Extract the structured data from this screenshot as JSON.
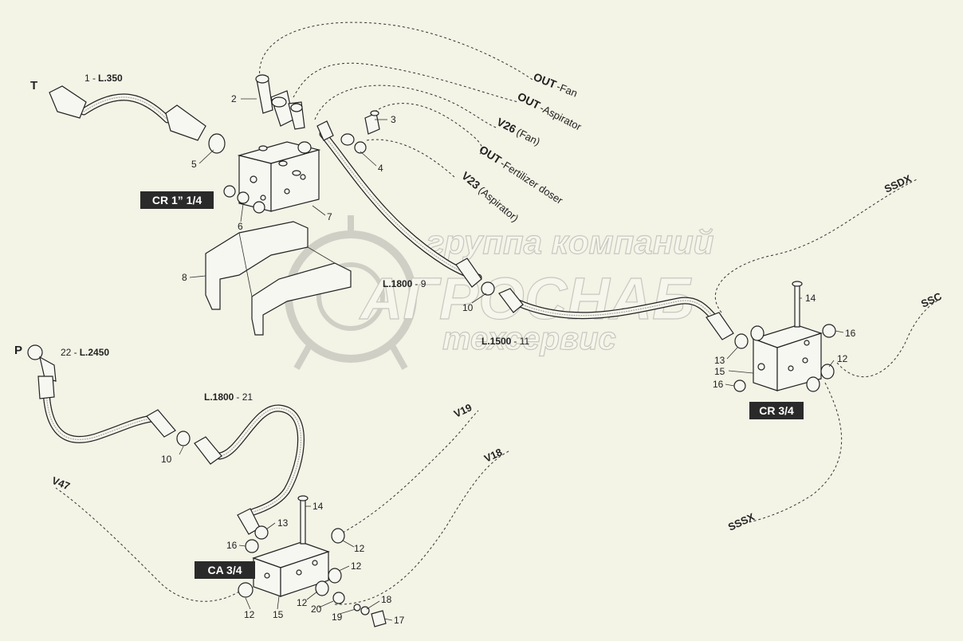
{
  "watermark": {
    "line1": "группа компаний",
    "line2": "АГРОСНАБ",
    "line3": "техсервис"
  },
  "badges": {
    "cr_1_1_4": "CR 1” 1/4",
    "cr_3_4": "CR 3/4",
    "ca_3_4": "CA 3/4"
  },
  "ports": {
    "t": "T",
    "p": "P"
  },
  "destinations": {
    "out_fan": {
      "code": "OUT",
      "text": "-Fan"
    },
    "out_aspirator": {
      "code": "OUT",
      "text": "-Aspirator"
    },
    "v26_fan": {
      "code": "V26",
      "text": "(Fan)"
    },
    "out_fertilizer": {
      "code": "OUT",
      "text": "-Fertilizer doser"
    },
    "v23_aspirator": {
      "code": "V23",
      "text": "(Aspirator)"
    },
    "ssdx": "SSDX",
    "ssc": "SSC",
    "sssx": "SSSX",
    "v19": "V19",
    "v18": "V18",
    "v47": "V47"
  },
  "hoses": {
    "h1": {
      "num": "1 -",
      "len": "L.350"
    },
    "h9": {
      "len": "L.1800",
      "num": "- 9"
    },
    "h11": {
      "len": "L.1500",
      "num": "- 11"
    },
    "h21": {
      "len": "L.1800",
      "num": "- 21"
    },
    "h22": {
      "num": "22 -",
      "len": "L.2450"
    }
  },
  "callouts": {
    "c2": "2",
    "c3": "3",
    "c4": "4",
    "c5": "5",
    "c6": "6",
    "c7": "7",
    "c8": "8",
    "c10a": "10",
    "c10b": "10",
    "c12a": "12",
    "c12b": "12",
    "c12c": "12",
    "c12d": "12",
    "c12e": "12",
    "c13a": "13",
    "c13b": "13",
    "c14a": "14",
    "c14b": "14",
    "c15a": "15",
    "c15b": "15",
    "c16a": "16",
    "c16b": "16",
    "c16c": "16",
    "c17": "17",
    "c18": "18",
    "c19": "19",
    "c20": "20"
  },
  "colors": {
    "background": "#f3f3e6",
    "ink": "#222222",
    "badge": "#2a2a2a"
  }
}
